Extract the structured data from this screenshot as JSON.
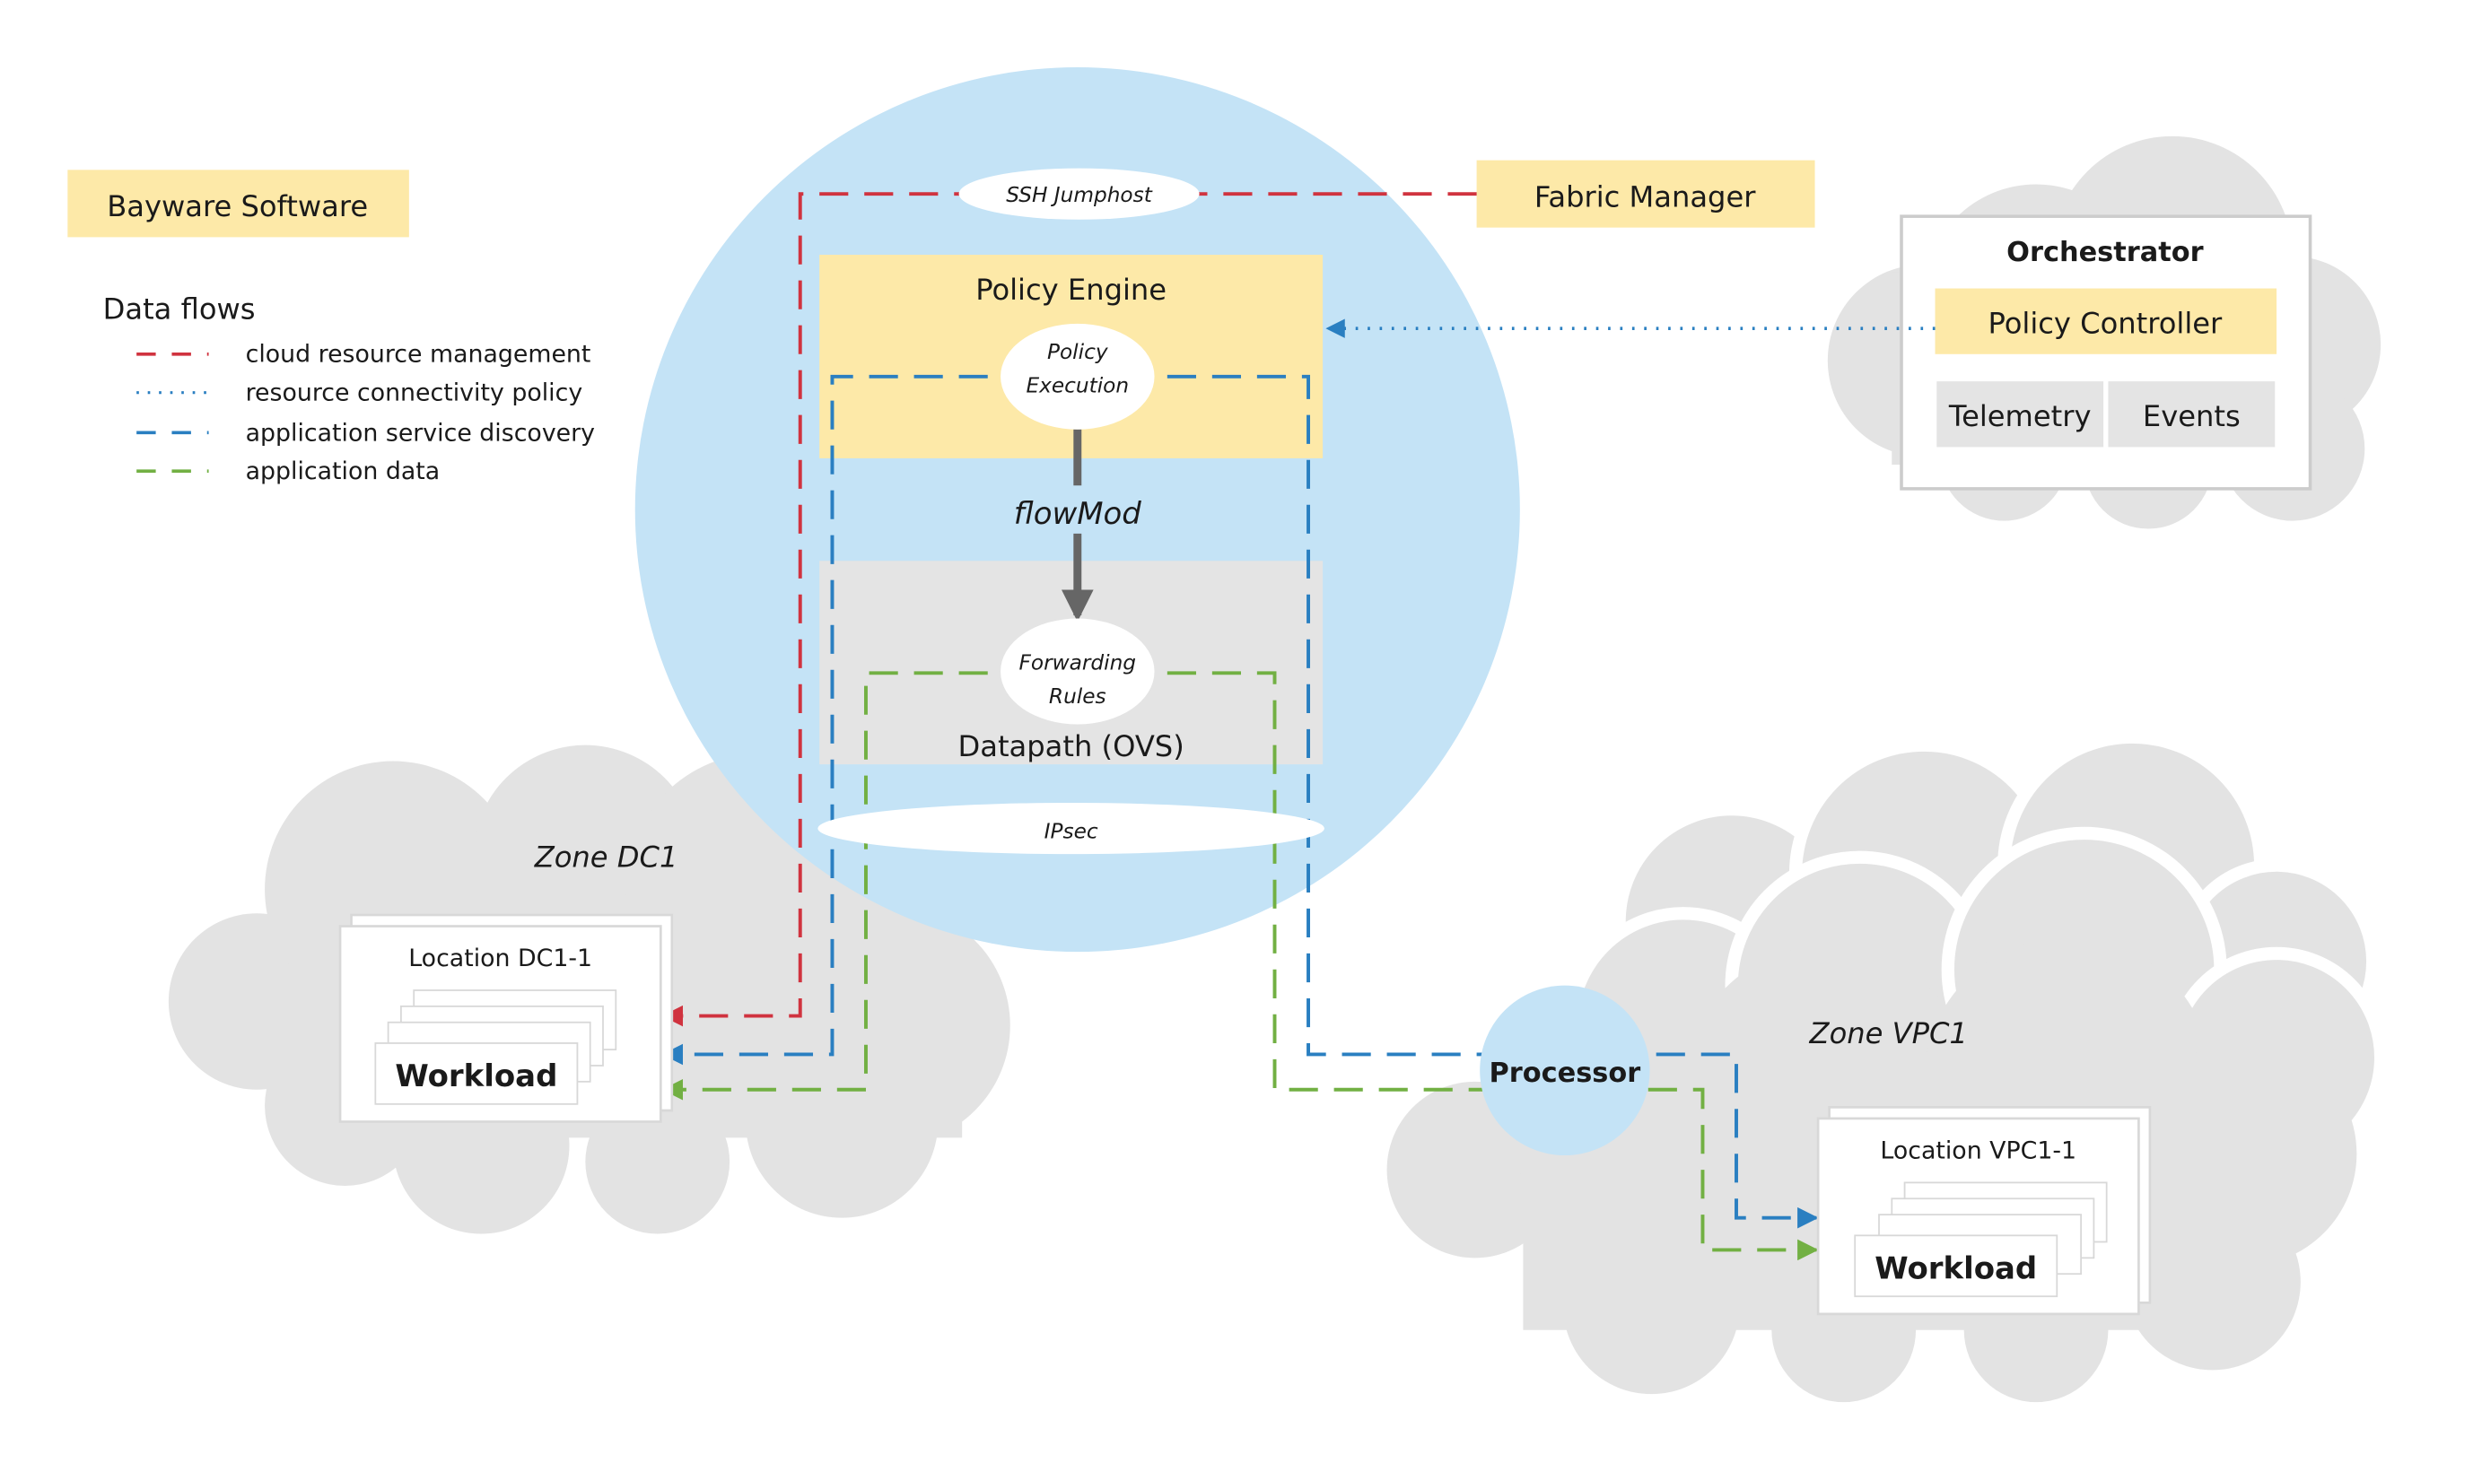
{
  "legend": {
    "brand_label": "Bayware Software",
    "title": "Data flows",
    "items": [
      {
        "label": "cloud resource management",
        "color": "#d0333f",
        "style": "dashed"
      },
      {
        "label": "resource connectivity policy",
        "color": "#2a7fc1",
        "style": "dotted"
      },
      {
        "label": "application service discovery",
        "color": "#2a7fc1",
        "style": "dashed"
      },
      {
        "label": "application data",
        "color": "#72b043",
        "style": "dashed"
      }
    ]
  },
  "center": {
    "ssh_jumphost": "SSH Jumphost",
    "policy_engine": "Policy Engine",
    "policy_execution_line1": "Policy",
    "policy_execution_line2": "Execution",
    "flowmod": "flowMod",
    "forwarding_rules_line1": "Forwarding",
    "forwarding_rules_line2": "Rules",
    "datapath": "Datapath (OVS)",
    "ipsec": "IPsec"
  },
  "fabric_manager": "Fabric Manager",
  "orchestrator": {
    "title": "Orchestrator",
    "policy_controller": "Policy Controller",
    "telemetry": "Telemetry",
    "events": "Events"
  },
  "zone_dc1": {
    "title": "Zone DC1",
    "location": "Location DC1-1",
    "workload": "Workload"
  },
  "zone_vpc1": {
    "title": "Zone VPC1",
    "processor": "Processor",
    "location": "Location VPC1-1",
    "workload": "Workload"
  },
  "colors": {
    "software_yellow": "#fde9a8",
    "node_blue": "#c4e3f6",
    "cloud_gray": "#e3e3e3",
    "datapath_gray": "#e4e4e4",
    "red_flow": "#d0333f",
    "blue_flow": "#2a7fc1",
    "green_flow": "#72b043",
    "arrow_gray": "#666666"
  }
}
